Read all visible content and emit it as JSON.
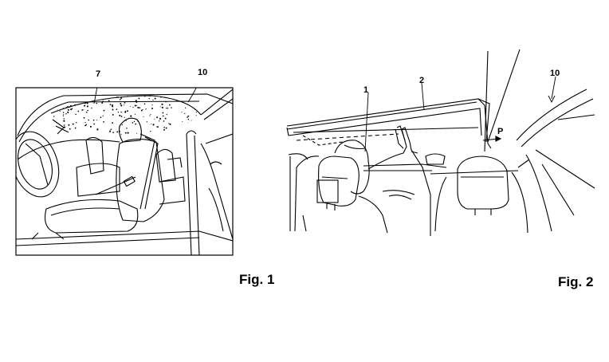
{
  "figures": [
    {
      "caption": "Fig. 1",
      "reference_numerals": [
        "7",
        "10"
      ]
    },
    {
      "caption": "Fig. 2",
      "reference_numerals": [
        "1",
        "2",
        "P",
        "10"
      ]
    }
  ]
}
